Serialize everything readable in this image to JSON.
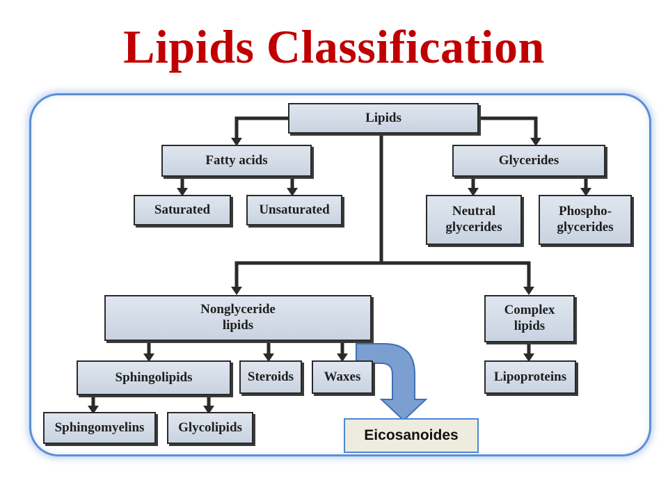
{
  "title": "Lipids Classification",
  "nodes": {
    "lipids": "Lipids",
    "fatty_acids": "Fatty acids",
    "glycerides": "Glycerides",
    "saturated": "Saturated",
    "unsaturated": "Unsaturated",
    "neutral_glycerides": "Neutral\nglycerides",
    "phosphoglycerides": "Phospho-\nglycerides",
    "nonglyceride_lipids": "Nonglyceride\nlipids",
    "complex_lipids": "Complex\nlipids",
    "sphingolipids": "Sphingolipids",
    "steroids": "Steroids",
    "waxes": "Waxes",
    "lipoproteins": "Lipoproteins",
    "sphingomyelins": "Sphingomyelins",
    "glycolipids": "Glycolipids",
    "eicosanoides": "Eicosanoides"
  },
  "colors": {
    "title": "#c00000",
    "frame": "#5b8fd6",
    "node_fill": "#d6dde8",
    "callout_arrow": "#7b9fd0",
    "callout_fill": "#eeecdf"
  }
}
